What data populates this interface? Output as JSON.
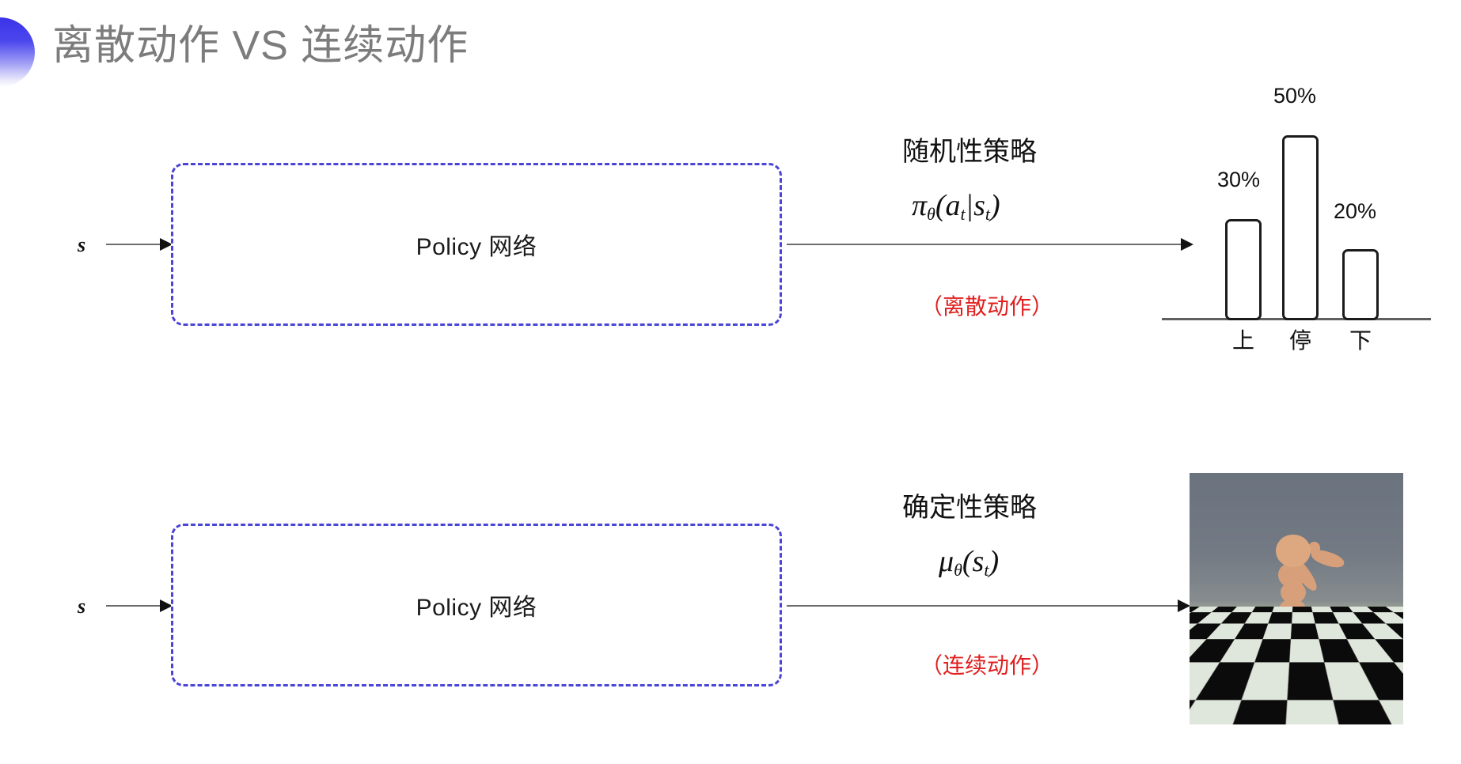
{
  "title": {
    "text": "离散动作 VS 连续动作",
    "color": "#7c7c7c",
    "decoration": "blue-gradient-half-circle"
  },
  "theme": {
    "policy_box_border": "#4a45d6",
    "arrow_color": "#6d6d6d",
    "note_color": "#e02020",
    "bar_outline": "#1b1b1b",
    "baseline_color": "#5f5f5f"
  },
  "rows": [
    {
      "id": "discrete",
      "state_label": "s",
      "policy_box_label": "Policy 网络",
      "annotation_title": "随机性策略",
      "formula_main": "π",
      "formula_sub1": "θ",
      "formula_rest_open": "(a",
      "formula_sub2": "t",
      "formula_pipe": "|s",
      "formula_sub3": "t",
      "formula_close": ")",
      "note": "（离散动作）",
      "output_type": "bar-chart"
    },
    {
      "id": "continuous",
      "state_label": "s",
      "policy_box_label": "Policy 网络",
      "annotation_title": "确定性策略",
      "formula_main": "μ",
      "formula_sub1": "θ",
      "formula_rest_open": "(s",
      "formula_sub2": "t",
      "formula_close": ")",
      "note": "（连续动作）",
      "output_type": "humanoid-render"
    }
  ],
  "chart_data": {
    "type": "bar",
    "title": "",
    "xlabel": "",
    "ylabel": "",
    "categories": [
      "上",
      "停",
      "下"
    ],
    "values": [
      30,
      50,
      20
    ],
    "value_labels": [
      "30%",
      "50%",
      "20%"
    ],
    "ylim": [
      0,
      60
    ],
    "grid": false,
    "legend": null,
    "bar_style": "outlined-rounded-white"
  },
  "humanoid": {
    "description": "MuJoCo humanoid kneeling on checkerboard floor",
    "sky_color": "#6c7682",
    "floor_light": "#dfe6db",
    "floor_dark": "#0b0b0b",
    "body_color": "#d8a07a"
  }
}
